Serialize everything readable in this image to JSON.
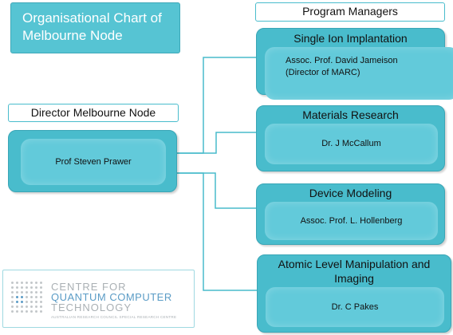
{
  "title": "Organisational Chart of Melbourne Node",
  "director_label": "Director Melbourne Node",
  "director_name": "Prof  Steven Prawer",
  "managers_label": "Program Managers",
  "programs": [
    {
      "title": "Single Ion Implantation",
      "person_line1": "Assoc. Prof.  David Jameison",
      "person_line2": "(Director of MARC)"
    },
    {
      "title": "Materials Research",
      "person": "Dr. J McCallum"
    },
    {
      "title": "Device Modeling",
      "person": "Assoc. Prof.  L.  Hollenberg"
    },
    {
      "title_line1": "Atomic Level Manipulation and",
      "title_line2": "Imaging",
      "person": "Dr. C Pakes"
    }
  ],
  "logo": {
    "line1": "CENTRE FOR",
    "line2": "QUANTUM COMPUTER",
    "line3": "TECHNOLOGY",
    "line4": "AUSTRALIAN RESEARCH COUNCIL SPECIAL RESEARCH CENTRE",
    "icon": "dot-grid-logo-icon"
  },
  "colors": {
    "node_fill": "#49bccc",
    "title_fill": "#56c4d3",
    "connector": "#49bccc",
    "logo_accent": "#5b9cc6"
  }
}
